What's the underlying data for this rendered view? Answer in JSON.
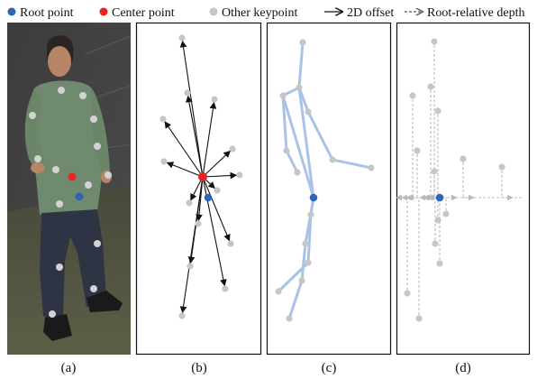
{
  "legend": {
    "root_point": "Root point",
    "center_point": "Center point",
    "other_keypoint": "Other keypoint",
    "offset_2d": "2D offset",
    "root_relative_depth": "Root-relative depth"
  },
  "captions": {
    "a": "(a)",
    "b": "(b)",
    "c": "(c)",
    "d": "(d)"
  },
  "colors": {
    "root": "#2f64b8",
    "center": "#e52424",
    "keypoint": "#c6c6c6",
    "skeleton": "#a9c3e8",
    "arrow": "#111111",
    "depth_line": "#bdbdbd"
  },
  "panel_a": {
    "description": "photo of a standing person with keypoints overlaid"
  }
}
